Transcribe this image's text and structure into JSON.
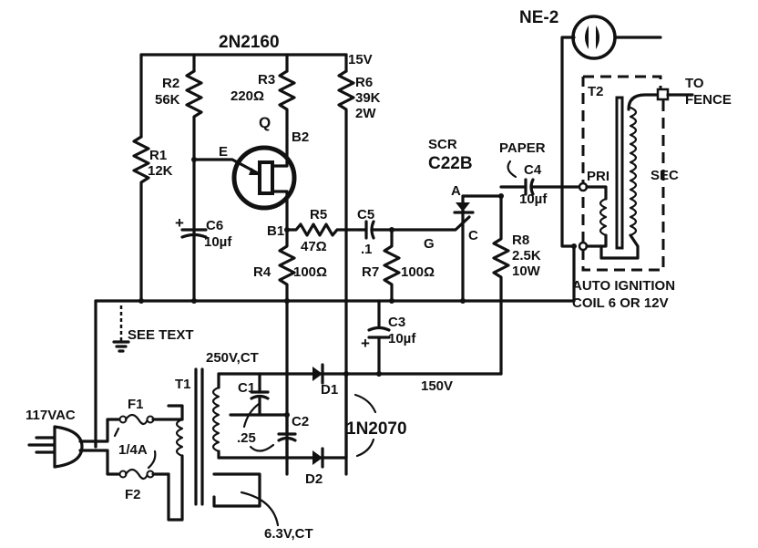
{
  "diagram": {
    "type": "circuit-schematic",
    "colors": {
      "ink": "#111111",
      "paper": "#ffffff"
    },
    "transistor": {
      "ref": "Q",
      "part": "2N2160",
      "pins": {
        "emitter": "E",
        "base1": "B1",
        "base2": "B2"
      }
    },
    "supply_labels": {
      "v15": "15V",
      "v150": "150V"
    },
    "resistors": {
      "R1": {
        "ref": "R1",
        "value": "12K"
      },
      "R2": {
        "ref": "R2",
        "value": "56K"
      },
      "R3": {
        "ref": "R3",
        "value": "220Ω"
      },
      "R4": {
        "ref": "R4",
        "value": "100Ω"
      },
      "R5": {
        "ref": "R5",
        "value": "47Ω"
      },
      "R6": {
        "ref": "R6",
        "value": "39K",
        "rating": "2W"
      },
      "R7": {
        "ref": "R7",
        "value": "100Ω"
      },
      "R8": {
        "ref": "R8",
        "value": "2.5K",
        "rating": "10W"
      }
    },
    "capacitors": {
      "C1": {
        "ref": "C1"
      },
      "C2": {
        "ref": "C2",
        "value": ".25"
      },
      "C3": {
        "ref": "C3",
        "value": "10µf"
      },
      "C4": {
        "ref": "C4",
        "value": "10µf",
        "note": "PAPER"
      },
      "C5": {
        "ref": "C5",
        "value": ".1"
      },
      "C6": {
        "ref": "C6",
        "value": "10µf"
      }
    },
    "scr": {
      "type": "SCR",
      "part": "C22B",
      "pins": {
        "anode": "A",
        "cathode": "C",
        "gate": "G"
      }
    },
    "neon": {
      "part": "NE-2"
    },
    "t2": {
      "ref": "T2",
      "primary": "PRI",
      "secondary": "SEC",
      "desc_line1": "AUTO IGNITION",
      "desc_line2": "COIL 6 OR 12V",
      "output_line1": "TO",
      "output_line2": "FENCE"
    },
    "t1": {
      "ref": "T1",
      "secondary_hv": "250V,CT",
      "secondary_lv": "6.3V,CT"
    },
    "diodes": {
      "D1": "D1",
      "D2": "D2",
      "part": "1N2070"
    },
    "fuses": {
      "F1": "F1",
      "F2": "F2",
      "rating": "1/4A"
    },
    "mains": {
      "label": "117VAC"
    },
    "ground_note": "SEE TEXT",
    "plus_sign": "+"
  }
}
